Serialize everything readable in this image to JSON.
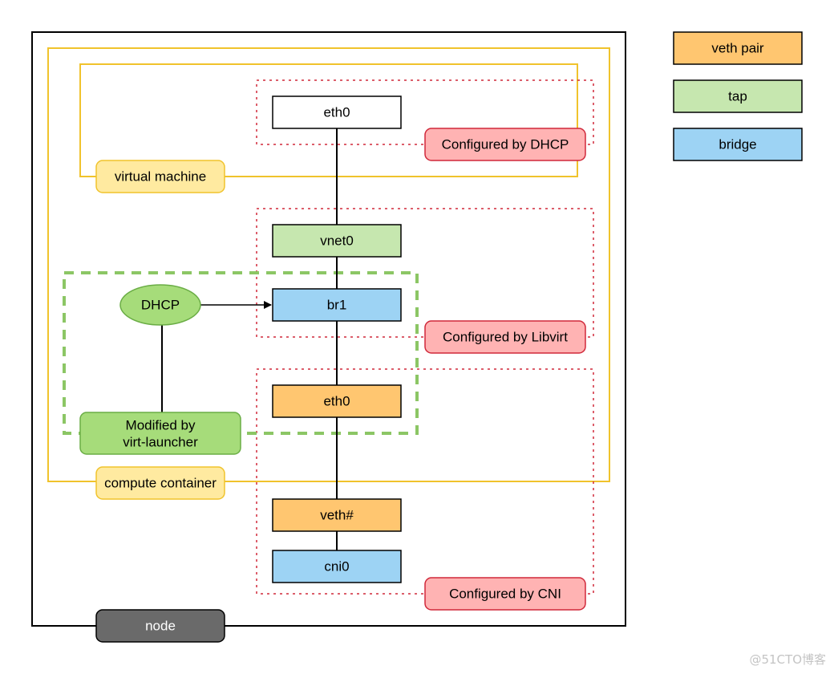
{
  "colors": {
    "veth_pair": "#ffc670",
    "tap": "#c6e7af",
    "bridge": "#9dd3f4",
    "config_fill": "#ffb3b3",
    "config_stroke": "#d0283a",
    "container_label_fill": "#ffeaa0",
    "container_stroke": "#f0c32c",
    "green": "#8cc665",
    "green_fill": "#a6dc7a",
    "node_fill": "#6a6a6a"
  },
  "legend": [
    {
      "key": "veth_pair",
      "label": "veth pair"
    },
    {
      "key": "tap",
      "label": "tap"
    },
    {
      "key": "bridge",
      "label": "bridge"
    }
  ],
  "interfaces": {
    "vm_eth0": "eth0",
    "vnet0": "vnet0",
    "br1": "br1",
    "container_eth0": "eth0",
    "veth": "veth#",
    "cni0": "cni0"
  },
  "configured_by": {
    "dhcp": "Configured by DHCP",
    "libvirt": "Configured by Libvirt",
    "cni": "Configured by CNI"
  },
  "containers": {
    "virtual_machine": "virtual machine",
    "compute_container": "compute container",
    "node": "node"
  },
  "dhcp": {
    "label": "DHCP",
    "modified_line1": "Modified by",
    "modified_line2": "virt-launcher"
  },
  "watermark": "@51CTO博客"
}
